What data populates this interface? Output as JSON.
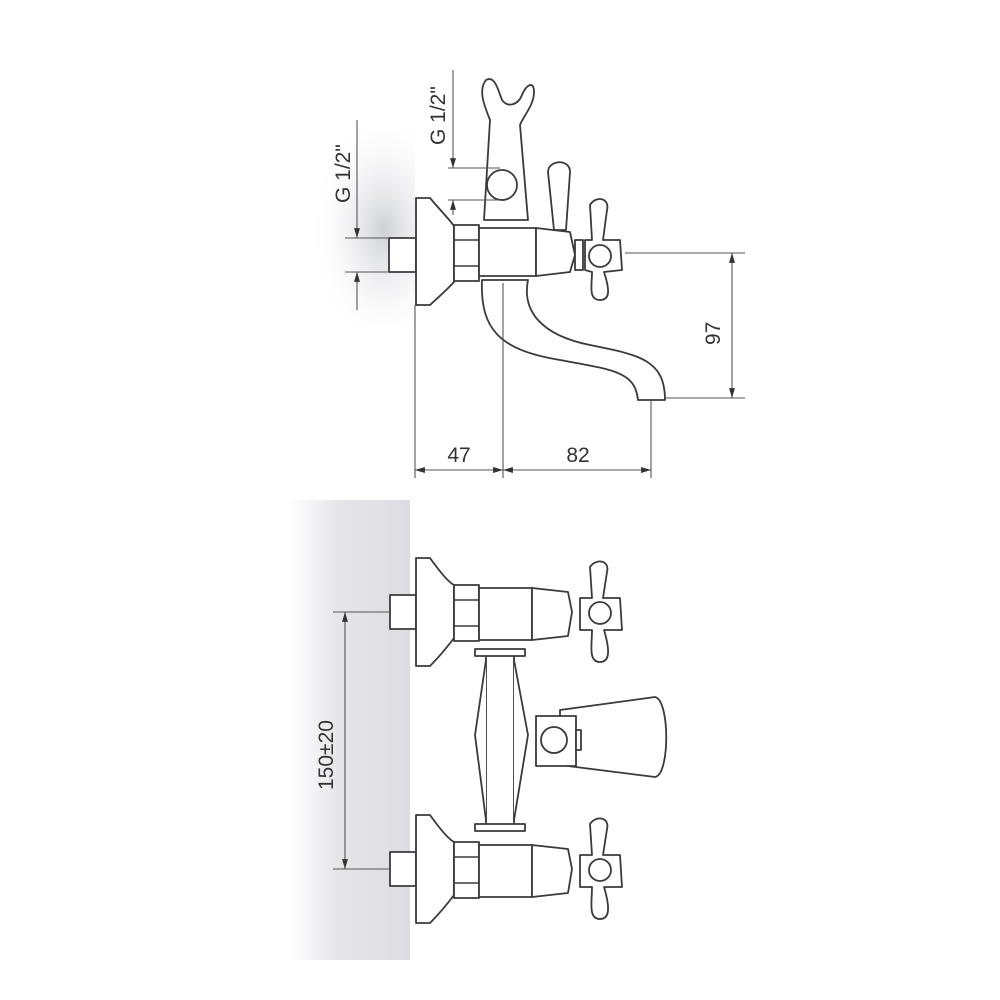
{
  "drawing": {
    "top_view": {
      "inlet_thread_label": "G 1/2\"",
      "shower_outlet_thread_label": "G 1/2\"",
      "spout_height_label": "97",
      "wall_to_body_label": "47",
      "body_to_spout_label": "82"
    },
    "front_view": {
      "inlet_spacing_label": "150±20"
    },
    "colors": {
      "line": "#3a3a3a",
      "shade": "#e4e4e8"
    }
  }
}
